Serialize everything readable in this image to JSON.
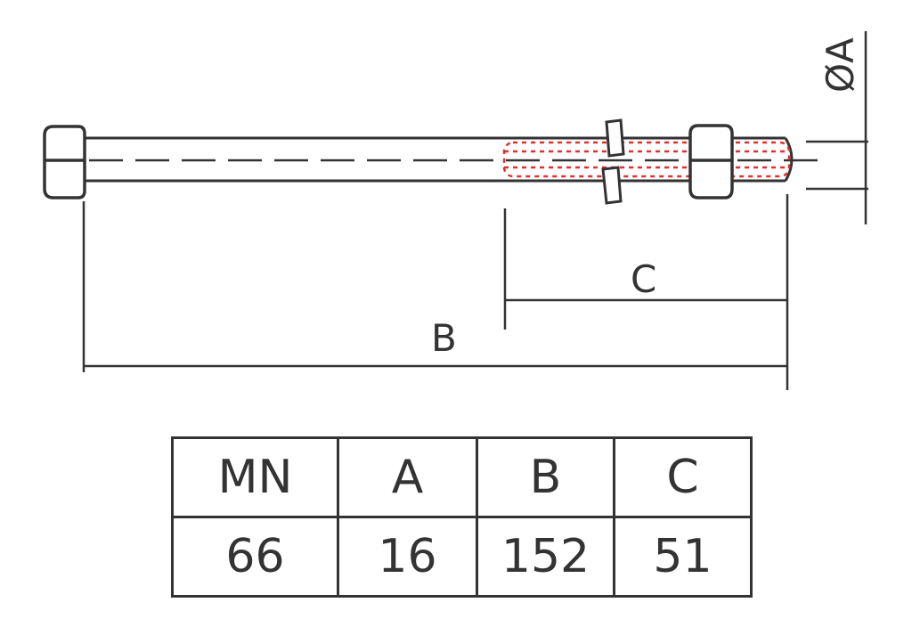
{
  "diagram": {
    "labels": {
      "diameter": "ØA",
      "length_b": "B",
      "length_c": "C"
    },
    "colors": {
      "line": "#333333",
      "hidden_detail": "#e03030"
    }
  },
  "table": {
    "headers": [
      "MN",
      "A",
      "B",
      "C"
    ],
    "rows": [
      [
        "66",
        "16",
        "152",
        "51"
      ]
    ]
  }
}
